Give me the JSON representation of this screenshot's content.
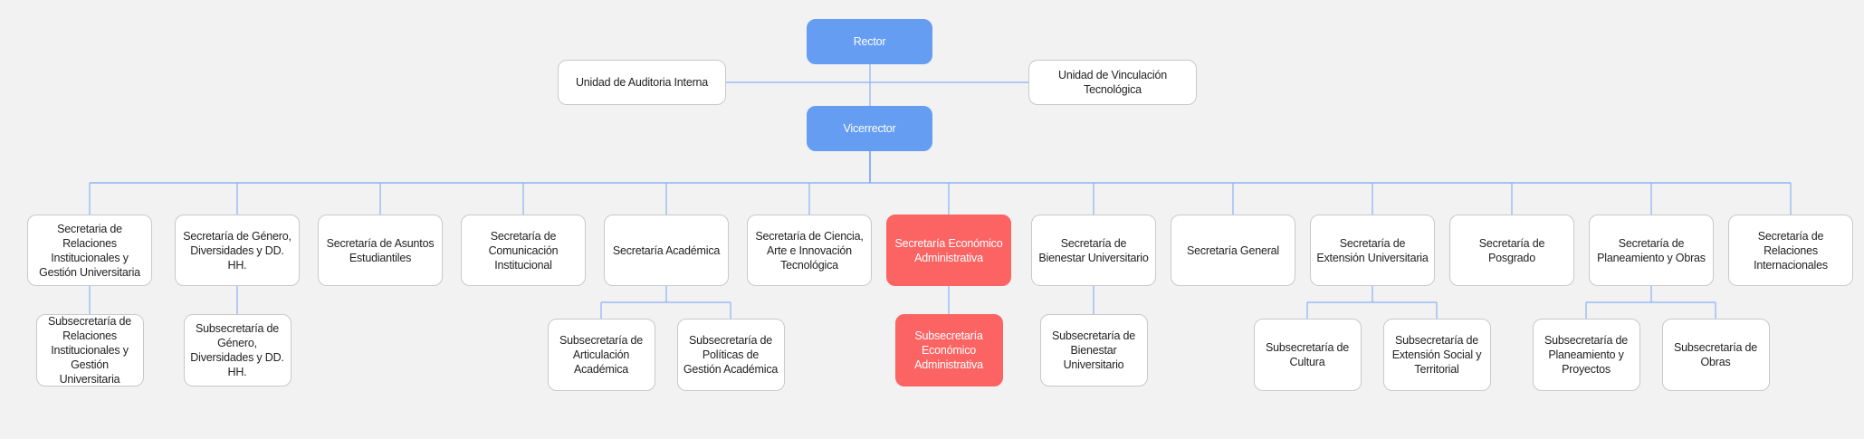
{
  "diagram": {
    "type": "org-chart",
    "colors": {
      "background": "#f2f2f2",
      "connector": "#8ab1f5",
      "primary": "#659df2",
      "highlight": "#fc6464",
      "node": "#ffffff"
    },
    "rector": {
      "label": "Rector",
      "style": "blue"
    },
    "staff_units": [
      {
        "label": "Unidad de Auditoria Interna",
        "side": "left"
      },
      {
        "label": "Unidad de Vinculación Tecnológica",
        "side": "right"
      }
    ],
    "vicerrector": {
      "label": "Vicerrector",
      "style": "blue"
    },
    "secretarias": [
      {
        "label": "Secretaria de Relaciones Institucionales y Gestión Universitaria",
        "style": "white",
        "children": [
          {
            "label": "Subsecretaría de Relaciones Institucionales y Gestión Universitaria",
            "style": "white"
          }
        ]
      },
      {
        "label": "Secretaría de Género, Diversidades y DD. HH.",
        "style": "white",
        "children": [
          {
            "label": "Subsecretaría de Género, Diversidades y DD. HH.",
            "style": "white"
          }
        ]
      },
      {
        "label": "Secretaría de Asuntos Estudiantiles",
        "style": "white",
        "children": []
      },
      {
        "label": "Secretaría de Comunicación Institucional",
        "style": "white",
        "children": []
      },
      {
        "label": "Secretaría Académica",
        "style": "white",
        "children": [
          {
            "label": "Subsecretaría de Articulación Académica",
            "style": "white"
          },
          {
            "label": "Subsecretaría de Políticas de Gestión Académica",
            "style": "white"
          }
        ]
      },
      {
        "label": "Secretaría de Ciencia, Arte e Innovación Tecnológica",
        "style": "white",
        "children": []
      },
      {
        "label": "Secretaría Económico Administrativa",
        "style": "red",
        "children": [
          {
            "label": "Subsecretaría Económico Administrativa",
            "style": "red"
          }
        ]
      },
      {
        "label": "Secretaría de Bienestar Universitario",
        "style": "white",
        "children": [
          {
            "label": "Subsecretaría de Bienestar Universitario",
            "style": "white"
          }
        ]
      },
      {
        "label": "Secretaría General",
        "style": "white",
        "children": []
      },
      {
        "label": "Secretaría de Extensión Universitaria",
        "style": "white",
        "children": [
          {
            "label": "Subsecretaría de Cultura",
            "style": "white"
          },
          {
            "label": "Subsecretaría de Extensión Social y Territorial",
            "style": "white"
          }
        ]
      },
      {
        "label": "Secretaría de Posgrado",
        "style": "white",
        "children": []
      },
      {
        "label": "Secretaría de Planeamiento y Obras",
        "style": "white",
        "children": [
          {
            "label": "Subsecretaría de Planeamiento y Proyectos",
            "style": "white"
          },
          {
            "label": "Subsecretaría de Obras",
            "style": "white"
          }
        ]
      },
      {
        "label": "Secretaría de Relaciones Internacionales",
        "style": "white",
        "children": []
      }
    ]
  }
}
